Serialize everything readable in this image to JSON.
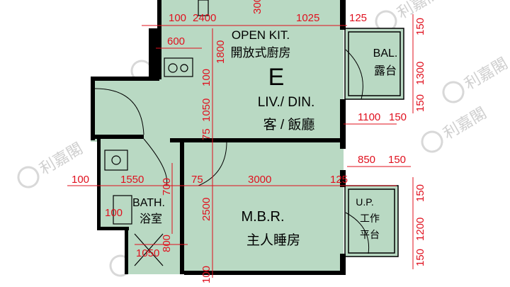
{
  "colors": {
    "floor": "#b9d9c3",
    "wall": "#000000",
    "dimension": "#e0101e",
    "watermark": "#cccccc"
  },
  "unit_label": "E",
  "rooms": {
    "kitchen_en": "OPEN KIT.",
    "kitchen_zh": "開放式廚房",
    "living_en": "LIV./ DIN.",
    "living_zh": "客 / 飯廳",
    "balcony_en": "BAL.",
    "balcony_zh": "露台",
    "bath_en": "BATH.",
    "bath_zh": "浴室",
    "master_en": "M.B.R.",
    "master_zh": "主人睡房",
    "utility_en": "U.P.",
    "utility_zh_1": "工作",
    "utility_zh_2": "平台"
  },
  "dimensions": {
    "top_100": "100",
    "top_2400": "2400",
    "top_300": "300",
    "top_1025": "1025",
    "top_125": "125",
    "kit_600": "600",
    "kit_1800": "1800",
    "kit_100": "100",
    "bal_150_top": "150",
    "bal_1300": "1300",
    "bal_150_bottom": "150",
    "liv_1050": "1050",
    "liv_75": "75",
    "bal_1100": "1100",
    "bal_150_right": "150",
    "up_850": "850",
    "up_150": "150",
    "mid_100": "100",
    "mid_1550": "1550",
    "mid_75": "75",
    "mid_3000": "3000",
    "mid_125": "125",
    "bath_700": "700",
    "bath_100": "100",
    "mbr_2500": "2500",
    "up_150_top": "150",
    "up_1200": "1200",
    "up_150_bottom": "150",
    "bath_800": "800",
    "bath_1050": "1050",
    "bottom_100": "100"
  },
  "watermark_brand": "利嘉閣"
}
